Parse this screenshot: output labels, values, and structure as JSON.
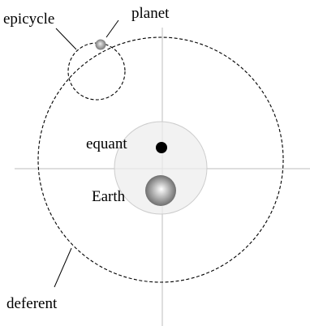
{
  "labels": {
    "epicycle": "epicycle",
    "planet": "planet",
    "equant": "equant",
    "earth": "Earth",
    "deferent": "deferent"
  },
  "colors": {
    "axes": "#bdbdbd",
    "orbit": "#000000",
    "equant_disc_fill": "#eeeeee",
    "equant_disc_stroke": "#cccccc",
    "equant_point": "#000000",
    "earth_highlight": "#ffffff",
    "earth_shadow": "#6f6f6f",
    "planet_highlight": "#eeeeee",
    "planet_shadow": "#7a7a7a"
  }
}
